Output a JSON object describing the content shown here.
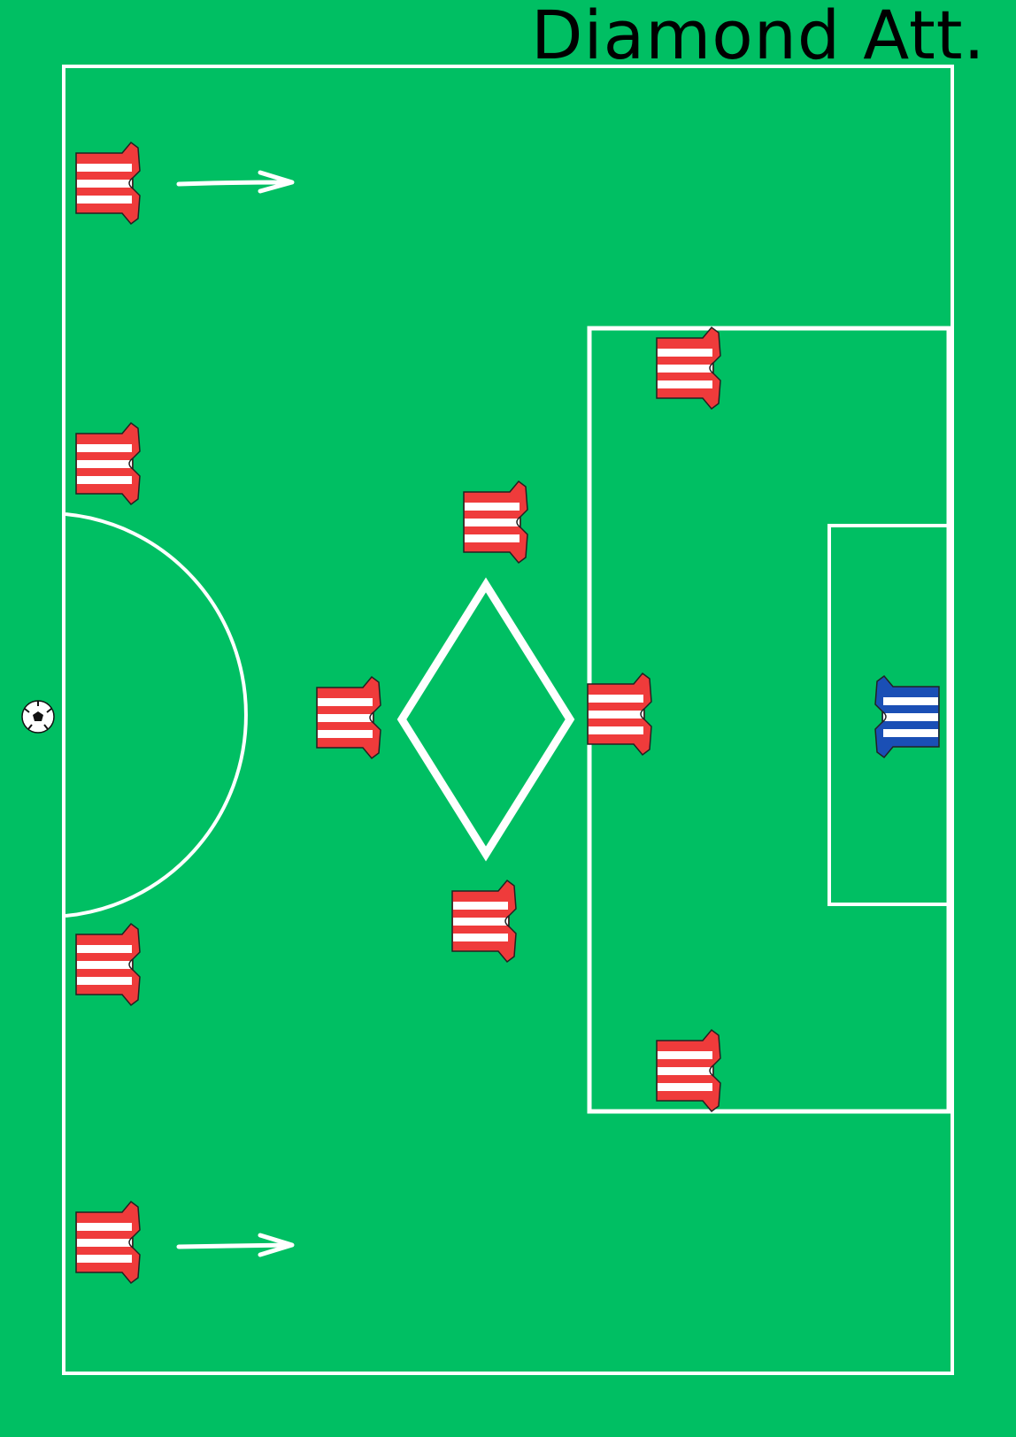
{
  "diagram": {
    "title": "Diamond Att.",
    "colors": {
      "pitch": "#00bf63",
      "lines": "#ffffff",
      "attacking_kit": "#ef3b3b",
      "goalkeeper_kit": "#1a4fb5"
    },
    "ball": {
      "icon": "soccer-ball-icon"
    },
    "players": [
      {
        "role": "left-winger",
        "team": "attack",
        "arrow": "right"
      },
      {
        "role": "left-back",
        "team": "attack"
      },
      {
        "role": "right-back",
        "team": "attack"
      },
      {
        "role": "right-winger",
        "team": "attack",
        "arrow": "right"
      },
      {
        "role": "defensive-mid",
        "team": "attack"
      },
      {
        "role": "left-mid",
        "team": "attack"
      },
      {
        "role": "right-mid",
        "team": "attack"
      },
      {
        "role": "attacking-mid",
        "team": "attack"
      },
      {
        "role": "left-forward",
        "team": "attack"
      },
      {
        "role": "right-forward",
        "team": "attack"
      },
      {
        "role": "goalkeeper",
        "team": "defense"
      }
    ]
  }
}
